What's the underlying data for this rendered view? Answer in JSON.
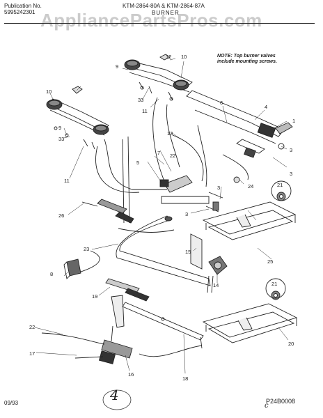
{
  "header": {
    "publication_label": "Publication No.",
    "publication_number": "5995242301",
    "models": "KTM-2864-80A & KTM-2864-87A",
    "section": "BURNER"
  },
  "watermark": "AppliancePartsPros.com",
  "note": {
    "line1": "NOTE: Top burner valves",
    "line2": "include mounting screws."
  },
  "footer": {
    "date": "09/93",
    "diagram_code": "P24B0008",
    "handwritten_mark": "4",
    "handwritten_initials": "c"
  },
  "callouts": {
    "c1": "1",
    "c3a": "3",
    "c3b": "3",
    "c3c": "3",
    "c3d": "3",
    "c4": "4",
    "c5": "5",
    "c6": "6",
    "c7": "7",
    "c8": "8",
    "c9a": "9",
    "c9b": "9",
    "c10a": "10",
    "c10b": "10",
    "c11a": "11",
    "c11b": "11",
    "c12": "12",
    "c13": "13",
    "c14": "14",
    "c15": "15",
    "c16": "16",
    "c17": "17",
    "c18": "18",
    "c19": "19",
    "c20": "20",
    "c21a": "21",
    "c21b": "21",
    "c22a": "22",
    "c22b": "22",
    "c23": "23",
    "c24": "24",
    "c25": "25",
    "c26": "26",
    "c33a": "33",
    "c33b": "33"
  }
}
